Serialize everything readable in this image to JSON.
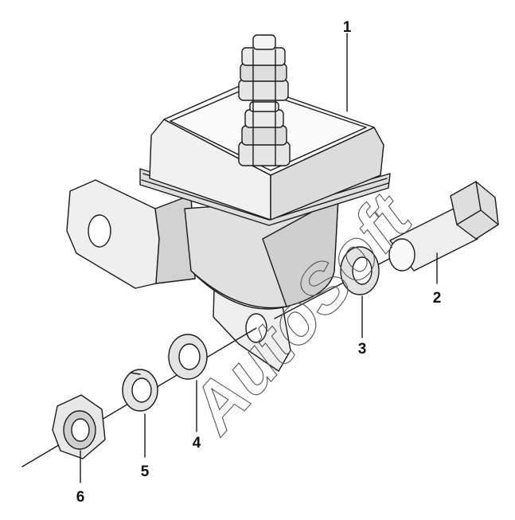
{
  "diagram": {
    "callouts": [
      {
        "id": "1",
        "label": "1"
      },
      {
        "id": "2",
        "label": "2"
      },
      {
        "id": "3",
        "label": "3"
      },
      {
        "id": "4",
        "label": "4"
      },
      {
        "id": "5",
        "label": "5"
      },
      {
        "id": "6",
        "label": "6"
      }
    ],
    "watermark": "AutoSoft",
    "colors": {
      "line": "#1a1a1a",
      "fill_light": "#f4f4f4",
      "fill_mid": "#dcdcdc",
      "fill_dark": "#b9b9b9",
      "background": "#ffffff"
    }
  }
}
